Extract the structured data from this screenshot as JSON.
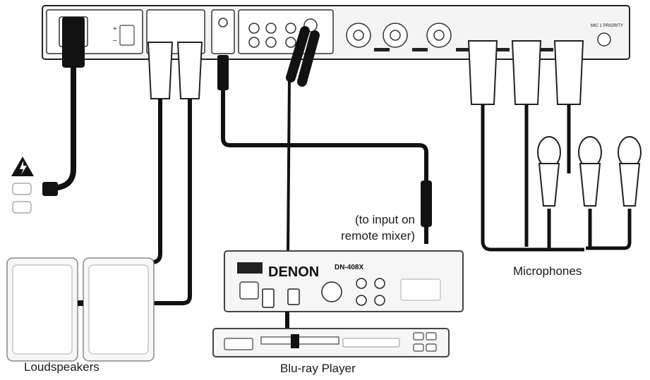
{
  "labels": {
    "remote_mixer_line1": "(to input on",
    "remote_mixer_line2": "remote mixer)",
    "microphones": "Microphones",
    "loudspeakers": "Loudspeakers",
    "bluray": "Blu-ray Player"
  },
  "device": {
    "brand": "DENON",
    "model": "DN-408X",
    "priority_label": "MIC 1 PRIORITY"
  },
  "icons": {
    "warning": "lightning-warning-icon"
  }
}
